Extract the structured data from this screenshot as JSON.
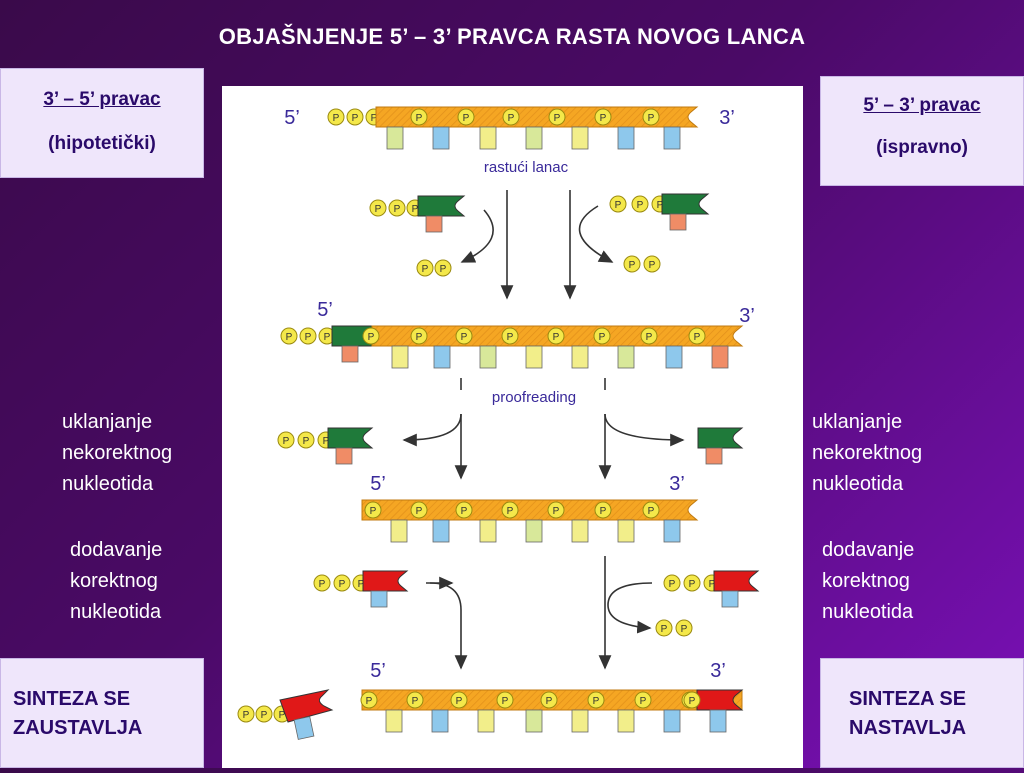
{
  "title": "OBJAŠNJENJE 5’ – 3’ PRAVCA RASTA NOVOG LANCA",
  "left_box": {
    "heading": "3’ – 5’ pravac",
    "sub": "(hipotetički)"
  },
  "right_box": {
    "heading": "5’ – 3’ pravac",
    "sub": "(ispravno)"
  },
  "left_side": {
    "removal": "uklanjanje\nnekorektnog\nnukleotida",
    "addition": "dodavanje\nkorektnog\nnukleotida"
  },
  "right_side": {
    "removal": "uklanjanje\nnekorektnog\nnukleotida",
    "addition": "dodavanje\nkorektnog\nnukleotida"
  },
  "bottom_left": {
    "line1": "SINTEZA SE",
    "line2": "ZAUSTAVLJA"
  },
  "bottom_right": {
    "line1": "SINTEZA SE",
    "line2": "NASTAVLJA"
  },
  "diagram": {
    "growing_chain_label": "rastući lanac",
    "proofreading_label": "proofreading",
    "end5": "5’",
    "end3": "3’",
    "phosphate": "P"
  },
  "colors": {
    "backbone": "#f5a623",
    "backbone_edge": "#c07a10",
    "phosphate": "#f4e84a",
    "green_nucleotide": "#1f7a3a",
    "red_nucleotide": "#e01818",
    "base_green": "#d8e89a",
    "base_blue": "#8ec8ec",
    "base_yellow": "#f2ee8a",
    "base_orange": "#f08c66",
    "label_blue": "#3a2a9a",
    "arrow": "#333333"
  }
}
